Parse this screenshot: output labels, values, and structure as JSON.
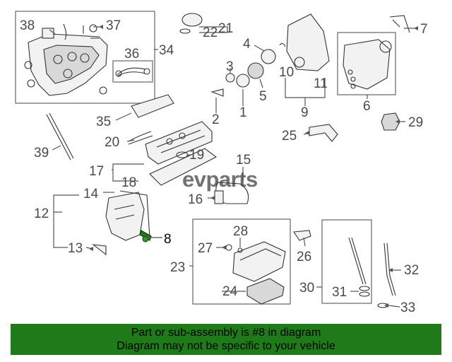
{
  "watermark": "evparts",
  "callouts": {
    "n1": "1",
    "n2": "2",
    "n3": "3",
    "n4": "4",
    "n5": "5",
    "n6": "6",
    "n7": "7",
    "n8": "8",
    "n9": "9",
    "n10": "10",
    "n11": "11",
    "n12": "12",
    "n13": "13",
    "n14": "14",
    "n15": "15",
    "n16": "16",
    "n17": "17",
    "n18": "18",
    "n19": "19",
    "n20": "20",
    "n21": "21",
    "n22": "22",
    "n23": "23",
    "n24": "24",
    "n25": "25",
    "n26": "26",
    "n27": "27",
    "n28": "28",
    "n29": "29",
    "n30": "30",
    "n31": "31",
    "n32": "32",
    "n33": "33",
    "n34": "34",
    "n35": "35",
    "n36": "36",
    "n37": "37",
    "n38": "38",
    "n39": "39"
  },
  "highlighted_part": "8",
  "banner": {
    "line1": "Part or sub-assembly is #8 in diagram",
    "line2": "Diagram may not be specific to your vehicle",
    "color": "#1f7a1a"
  }
}
